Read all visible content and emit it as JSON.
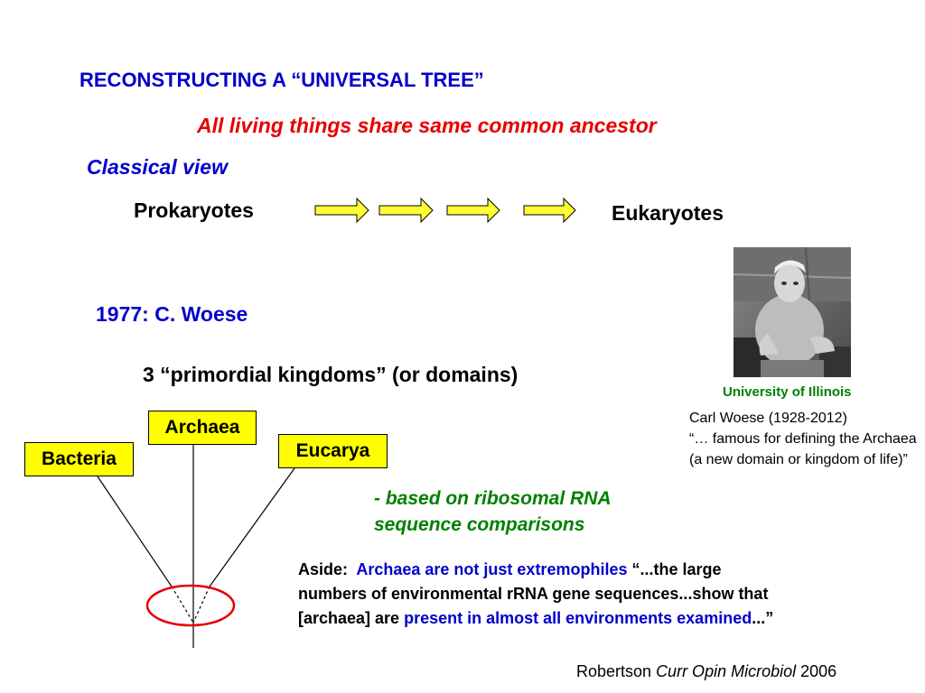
{
  "title": "RECONSTRUCTING A “UNIVERSAL TREE”",
  "subtitle": "All living things share same common ancestor",
  "classical_view": {
    "label": "Classical view",
    "from": "Prokaryotes",
    "to": "Eukaryotes",
    "arrow_color": "#ffff33",
    "arrow_count": 4
  },
  "woese": {
    "heading": "1977: C. Woese",
    "kingdoms_text": "3 “primordial kingdoms” (or domains)"
  },
  "tree": {
    "domains": [
      "Archaea",
      "Bacteria",
      "Eucarya"
    ],
    "box_color": "#ffff00",
    "root_circle_color": "#e60000"
  },
  "rrna_note": {
    "line1": "- based on ribosomal RNA",
    "line2": "sequence comparisons"
  },
  "aside": {
    "label": "Aside:",
    "highlight1": "Archaea are not just extremophiles",
    "quote_start": " “...the large numbers of environmental rRNA gene sequences...show that [archaea] are ",
    "highlight2": "present in almost all environments examined",
    "quote_end": "...”"
  },
  "photo": {
    "affiliation": "University of Illinois",
    "caption_line1": "Carl Woese  (1928-2012)",
    "caption_line2": "“… famous for defining the Archaea (a new domain or kingdom of life)”"
  },
  "citation": {
    "author": "Robertson ",
    "journal": "Curr Opin Microbiol",
    "year": " 2006"
  }
}
